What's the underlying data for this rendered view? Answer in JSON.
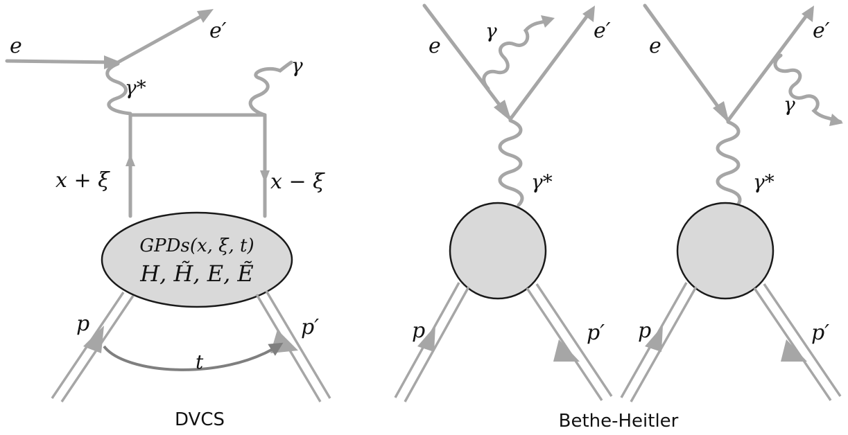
{
  "dvcs": {
    "caption": "DVCS",
    "labels": {
      "e_in": "e",
      "e_out": "e′",
      "virtual_photon": "γ*",
      "real_photon": "γ",
      "x_plus": "x + ξ",
      "x_minus": "x − ξ",
      "gpd_line1": "GPDs(x, ξ, t)",
      "gpd_line2": "H, H̃, E, Ẽ",
      "p_in": "p",
      "p_out": "p′",
      "t": "t"
    }
  },
  "bethe_heitler": {
    "caption": "Bethe-Heitler",
    "diagram1": {
      "e_in": "e",
      "e_out": "e′",
      "real_photon": "γ",
      "virtual_photon": "γ*",
      "p_in": "p",
      "p_out": "p′"
    },
    "diagram2": {
      "e_in": "e",
      "e_out": "e′",
      "real_photon": "γ",
      "virtual_photon": "γ*",
      "p_in": "p",
      "p_out": "p′"
    }
  },
  "colors": {
    "line": "#a6a6a6",
    "blob_fill": "#d9d9d9",
    "blob_stroke": "#1a1a1a",
    "text": "#111111"
  }
}
